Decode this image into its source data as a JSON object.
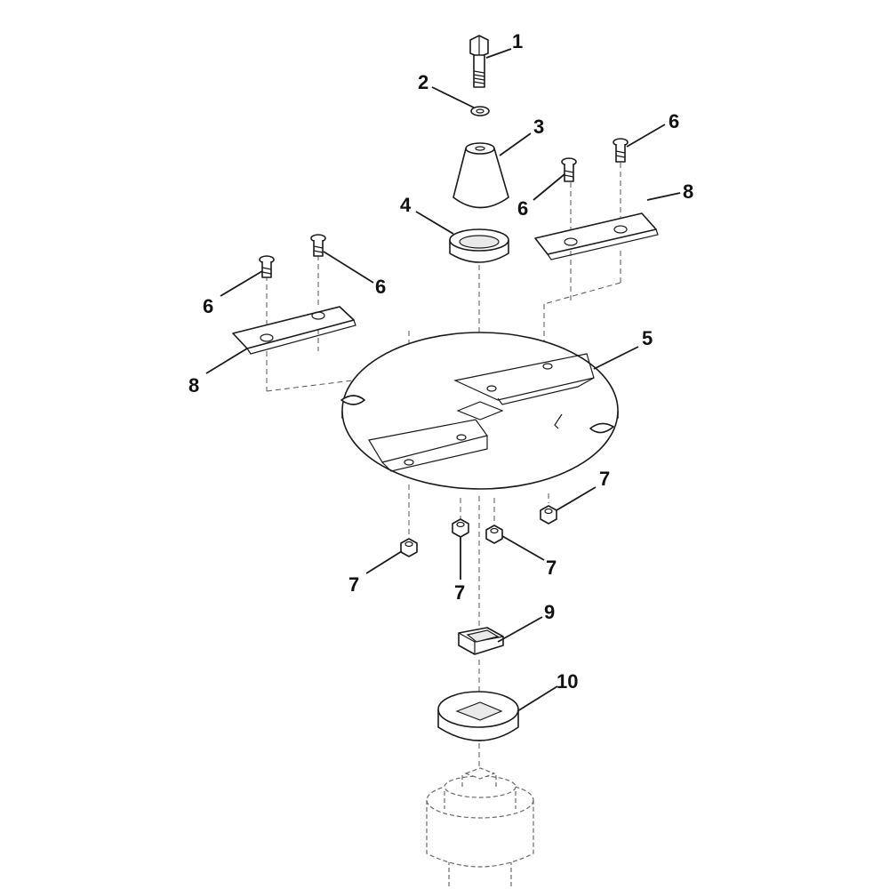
{
  "diagram": {
    "type": "exploded-parts-view",
    "callouts": [
      "1",
      "2",
      "3",
      "4",
      "5",
      "6",
      "6",
      "6",
      "6",
      "7",
      "7",
      "7",
      "7",
      "8",
      "8",
      "9",
      "10"
    ]
  },
  "colors": {
    "line": "#1a1a1a",
    "background": "#ffffff",
    "hidden_line": "#555555"
  }
}
